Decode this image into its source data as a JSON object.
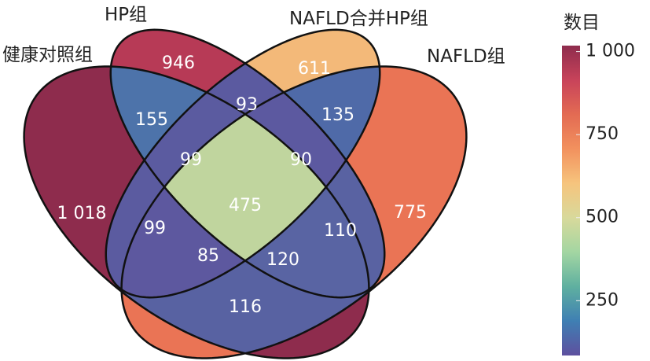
{
  "venn": {
    "sets": [
      {
        "id": "A",
        "label": "健康对照组"
      },
      {
        "id": "B",
        "label": "HP组"
      },
      {
        "id": "C",
        "label": "NAFLD合并HP组"
      },
      {
        "id": "D",
        "label": "NAFLD组"
      }
    ],
    "regions": [
      {
        "sets": [
          "A"
        ],
        "label": "1 018",
        "value": 1018,
        "color": "#8e2c4d"
      },
      {
        "sets": [
          "B"
        ],
        "label": "946",
        "value": 946,
        "color": "#b73a56"
      },
      {
        "sets": [
          "C"
        ],
        "label": "611",
        "value": 611,
        "color": "#f3b979"
      },
      {
        "sets": [
          "D"
        ],
        "label": "775",
        "value": 775,
        "color": "#ea7455"
      },
      {
        "sets": [
          "A",
          "B"
        ],
        "label": "155",
        "value": 155,
        "color": "#4d73aa"
      },
      {
        "sets": [
          "B",
          "C"
        ],
        "label": "93",
        "value": 93,
        "color": "#5b5aa0"
      },
      {
        "sets": [
          "C",
          "D"
        ],
        "label": "135",
        "value": 135,
        "color": "#4f6aa8"
      },
      {
        "sets": [
          "A",
          "C"
        ],
        "label": "99",
        "value": 99,
        "color": "#5b5ba0"
      },
      {
        "sets": [
          "B",
          "D"
        ],
        "label": "110",
        "value": 110,
        "color": "#5962a2"
      },
      {
        "sets": [
          "A",
          "D"
        ],
        "label": "116",
        "value": 116,
        "color": "#5862a2"
      },
      {
        "sets": [
          "A",
          "B",
          "C"
        ],
        "label": "99",
        "value": 99,
        "color": "#5b5ba0"
      },
      {
        "sets": [
          "B",
          "C",
          "D"
        ],
        "label": "90",
        "value": 90,
        "color": "#5c59a0"
      },
      {
        "sets": [
          "A",
          "C",
          "D"
        ],
        "label": "85",
        "value": 85,
        "color": "#5d589f"
      },
      {
        "sets": [
          "A",
          "B",
          "D"
        ],
        "label": "120",
        "value": 120,
        "color": "#5964a3"
      },
      {
        "sets": [
          "A",
          "B",
          "C",
          "D"
        ],
        "label": "475",
        "value": 475,
        "color": "#c0d59e"
      }
    ]
  },
  "colorbar": {
    "title": "数目",
    "range": [
      85,
      1018
    ],
    "ticks": [
      {
        "value": 1000,
        "label": "1 000"
      },
      {
        "value": 750,
        "label": "750"
      },
      {
        "value": 500,
        "label": "500"
      },
      {
        "value": 250,
        "label": "250"
      }
    ],
    "stops": [
      "#5e509f",
      "#3f7fb3",
      "#5fb0a0",
      "#a3d6a2",
      "#d8d99b",
      "#f6c47d",
      "#f2915e",
      "#e36b53",
      "#c8435a",
      "#8e2c4d"
    ]
  }
}
